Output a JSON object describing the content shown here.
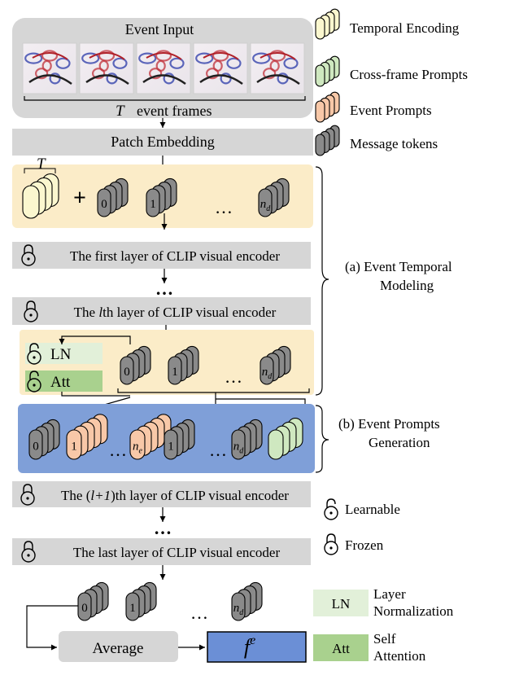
{
  "event_input": {
    "title": "Event Input",
    "frames_label_T": "T",
    "frames_label": "event frames"
  },
  "patch_embedding": "Patch Embedding",
  "temporal_block": {
    "T_label": "T",
    "plus": "+",
    "token0": "0",
    "token1": "1",
    "dots": "…",
    "tokenN": "n",
    "tokenN_sub": "d"
  },
  "layers": {
    "first": "The first layer of CLIP visual encoder",
    "lth_prefix": "The ",
    "lth_var": "l",
    "lth_suffix": "th layer of CLIP visual encoder",
    "l1_prefix": "The (",
    "l1_var": "l+1",
    "l1_suffix": ")th layer of CLIP visual encoder",
    "last": "The last layer of CLIP visual encoder"
  },
  "vdots": "…",
  "ln_att_block": {
    "ln": "LN",
    "att": "Att",
    "token0": "0",
    "token1": "1",
    "dots": "…",
    "tokenN": "n",
    "tokenN_sub": "d"
  },
  "prompt_block": {
    "token0": "0",
    "ep1": "1",
    "dots": "…",
    "epN": "n",
    "epN_sub": "e",
    "token1": "1",
    "tokenN": "n",
    "tokenN_sub": "d"
  },
  "bottom": {
    "token0": "0",
    "token1": "1",
    "dots": "…",
    "tokenN": "n",
    "tokenN_sub": "d",
    "average": "Average",
    "output": "f",
    "output_sup": "e"
  },
  "legend": {
    "temporal_encoding": "Temporal Encoding",
    "cross_frame_prompts": "Cross-frame Prompts",
    "event_prompts": "Event Prompts",
    "message_tokens": "Message tokens",
    "learnable": "Learnable",
    "frozen": "Frozen",
    "ln_box": "LN",
    "ln_desc_1": "Layer",
    "ln_desc_2": "Normalization",
    "att_box": "Att",
    "att_desc_1": "Self",
    "att_desc_2": "Attention"
  },
  "brace_a": {
    "line1": "(a) Event   Temporal",
    "line2": "Modeling"
  },
  "brace_b": {
    "line1": "(b) Event   Prompts",
    "line2": "Generation"
  },
  "colors": {
    "temporal_encoding": "#fbf7cf",
    "cross_frame": "#cfe8c0",
    "event_prompt": "#f8c8a8",
    "message": "#8a8a8a",
    "yellow_band": "#fbecc8",
    "blue_band": "#7f9fd8",
    "gray_box": "#dcdcdc",
    "ln_fill": "#e2f0d9",
    "att_fill": "#a9d18e",
    "output_fill": "#6b8fd6"
  },
  "icons": [
    "unlock-icon",
    "lock-icon"
  ]
}
